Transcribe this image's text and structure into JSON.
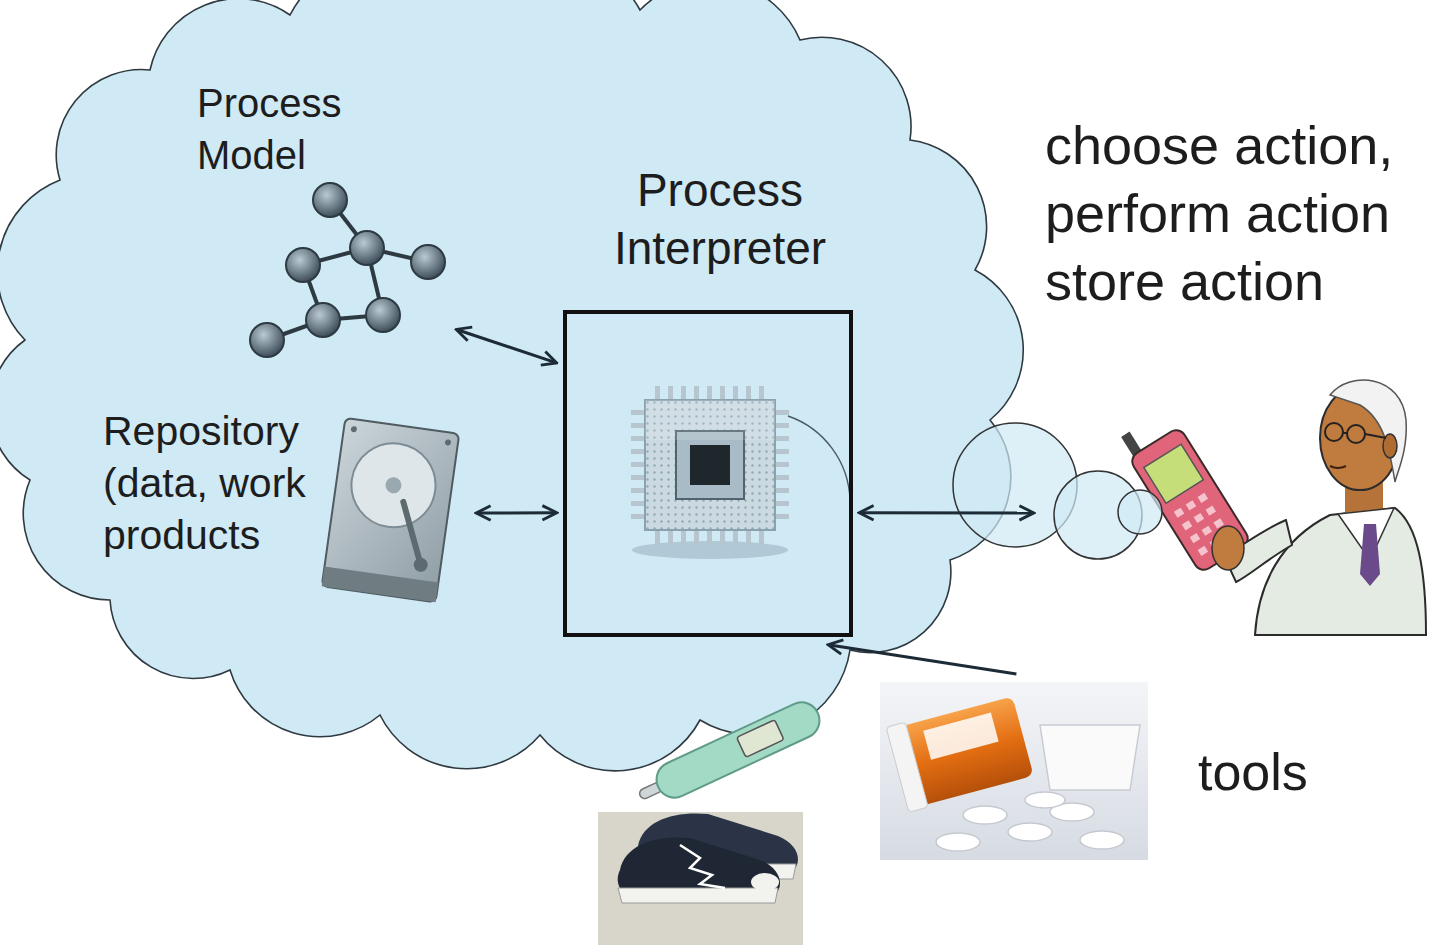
{
  "diagram": {
    "nodes": [
      {
        "text": [
          "Process Model"
        ]
      },
      {
        "text": [
          "Process Interpreter"
        ]
      },
      {
        "text": [
          "choose action, perform action store action"
        ]
      },
      {
        "text": [
          "Repository (data, work products"
        ]
      },
      {
        "text": [
          "tools"
        ]
      }
    ],
    "edges": [
      {
        "from": 0,
        "to": 1,
        "arrow": "both"
      },
      {
        "from": 3,
        "to": 1,
        "arrow": "both"
      },
      {
        "from": 1,
        "to": 2,
        "arrow": "both"
      },
      {
        "from": 4,
        "to": 1,
        "arrow": "to"
      }
    ]
  }
}
